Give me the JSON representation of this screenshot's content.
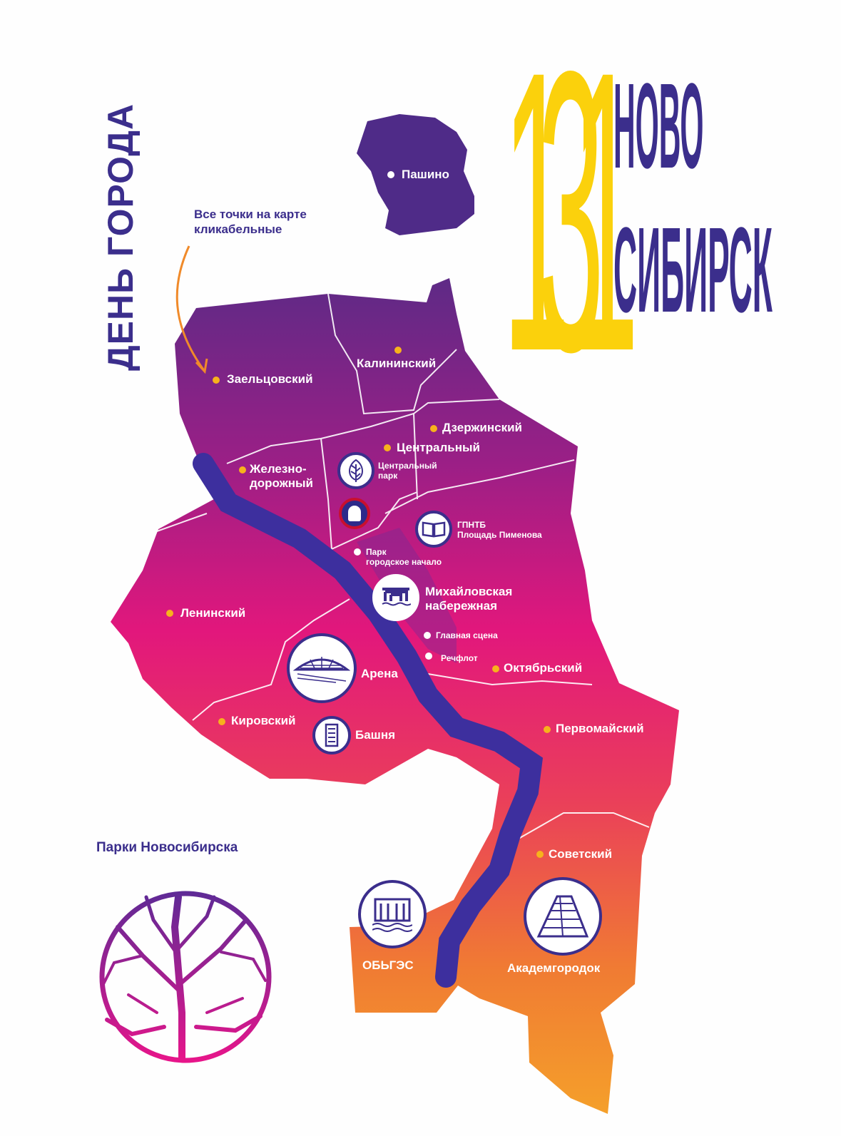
{
  "header": {
    "event_title": "ДЕНЬ ГОРОДА",
    "anniversary_number": "131",
    "city_line1": "НОВО",
    "city_line2": "СИБИРСК"
  },
  "hint": {
    "line1": "Все точки на карте",
    "line2": "кликабельные"
  },
  "districts": [
    "Пашино",
    "Калининский",
    "Заельцовский",
    "Дзержинский",
    "Центральный",
    "Железно-",
    "дорожный",
    "Ленинский",
    "Октябрьский",
    "Кировский",
    "Первомайский",
    "Советский"
  ],
  "places": {
    "central_park": {
      "line1": "Центральный",
      "line2": "парк"
    },
    "gpntb": {
      "line1": "ГПНТБ",
      "line2": "Площадь Пименова"
    },
    "park_start": {
      "line1": "Парк",
      "line2": "городское начало"
    },
    "embankment": {
      "line1": "Михайловская",
      "line2": "набережная"
    },
    "main_stage": "Главная сцена",
    "rechflot": "Речфлот",
    "arena": "Арена",
    "tower": "Башня",
    "obges": "ОБЬГЭС",
    "akademgorodok": "Академгородок"
  },
  "footer": {
    "parks_title": "Парки Новосибирска"
  },
  "colors": {
    "navy": "#3b2e8c",
    "purple": "#5b2a88",
    "magenta": "#e2177c",
    "orange": "#f29a2e",
    "yellow": "#f9c916",
    "river": "#3d2f9e"
  }
}
